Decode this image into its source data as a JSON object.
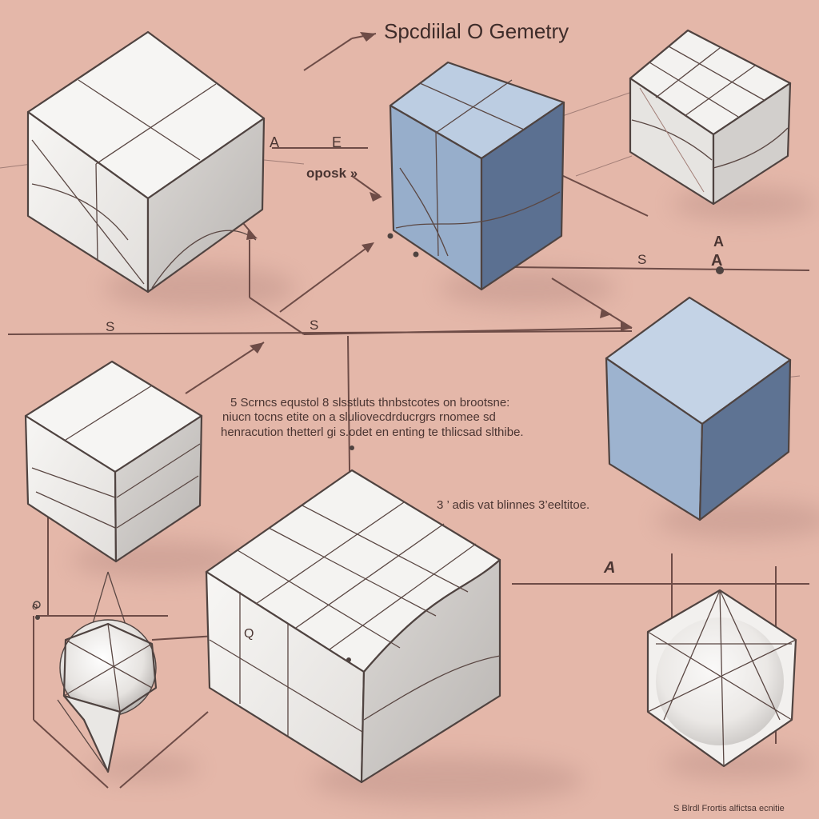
{
  "title": "Spcdiilal O Gemetry",
  "labels": {
    "oposk": "oposk »",
    "s_upper_left": "S",
    "s_middle": "S",
    "s_right": "S",
    "a_right_upper": "A",
    "a_right_lower": "A",
    "a_right_mid": "A",
    "q_marker": "Q",
    "o_marker": "o",
    "a_small_left": "A",
    "e_small": "E"
  },
  "paragraph": {
    "line1": "5 Scrncs equstol 8 slsstluts thnbstcotes on brootsne:",
    "line2": "niucn tocns etite on a sluliovecdrducrgrs rnomee sd",
    "line3": "henracution thetterl gi s.odet en enting te thlicsad slthibe."
  },
  "caption": "3 ’ adis vat blinnes 3’eeltitoe.",
  "footer": "S Blrdl Frortis alfictsa ecnitie",
  "colors": {
    "background": "#e4b7a9",
    "face_light": "#f4f3f1",
    "face_mid": "#e1dfdc",
    "face_dark": "#c9c6c3",
    "blue_top": "#bccde2",
    "blue_left": "#94abc7",
    "blue_right": "#5b7091",
    "line": "#4f4340",
    "guide": "#6e4c47"
  }
}
